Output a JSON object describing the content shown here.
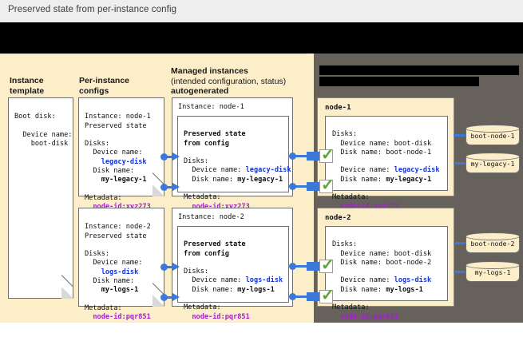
{
  "titlebar": {
    "title": "Preserved state from per-instance config"
  },
  "legend": {
    "redacted": true,
    "items": [
      {
        "icon": "green-check-icon",
        "label": ""
      },
      {
        "icon": "beige-square-icon",
        "label": ""
      },
      {
        "icon": "blue-arrow-icon",
        "label": ""
      }
    ]
  },
  "columns": {
    "instance_template": {
      "line1": "Instance",
      "line2": "template"
    },
    "per_instance_configs": {
      "line1": "Per-instance",
      "line2": "configs"
    },
    "managed_instances": {
      "line1": "Managed instances",
      "line2": "(intended configuration, status)",
      "line3": "autogenerated"
    },
    "right_panel_header": {
      "line1": "",
      "line2": "",
      "redacted": true
    }
  },
  "instance_template_card": {
    "line1": "Boot disk:",
    "line2": "",
    "line3": "  Device name:",
    "line4": "    boot-disk"
  },
  "rows": [
    {
      "config_card": {
        "instance": "Instance: node-1",
        "subtitle": "Preserved state",
        "disks_label": "Disks:",
        "device_name_label": "  Device name:",
        "device_name_value": "    legacy-disk",
        "disk_name_label": "  Disk name:",
        "disk_name_value": "    my-legacy-1",
        "metadata_label": "Metadata:",
        "metadata_value": "  node-id:xyz273"
      },
      "managed_card": {
        "header": "Instance: node-1",
        "inner_title1": "Preserved state",
        "inner_title2": "from config",
        "disks_label": "Disks:",
        "device_name_label": "  Device name: ",
        "device_name_value": "legacy-disk",
        "disk_name_label": "  Disk name: ",
        "disk_name_value": "my-legacy-1",
        "metadata_label": "Metadata:",
        "metadata_value": "  node-id:xyz273"
      },
      "node_group": {
        "name": "node-1",
        "disks_label": "Disks:",
        "boot_device_label": "  Device name: ",
        "boot_device_value": "boot-disk",
        "boot_disk_label": "  Disk name: ",
        "boot_disk_value": "boot-node-1",
        "extra_device_label": "  Device name: ",
        "extra_device_value": "legacy-disk",
        "extra_disk_label": "  Disk name: ",
        "extra_disk_value": "my-legacy-1",
        "metadata_label": "Metadata:",
        "metadata_value": "  node-id:xyz273"
      },
      "disks": [
        {
          "name": "boot-node-1"
        },
        {
          "name": "my-legacy-1"
        }
      ]
    },
    {
      "config_card": {
        "instance": "Instance: node-2",
        "subtitle": "Preserved state",
        "disks_label": "Disks:",
        "device_name_label": "  Device name:",
        "device_name_value": "    logs-disk",
        "disk_name_label": "  Disk name:",
        "disk_name_value": "    my-logs-1",
        "metadata_label": "Metadata:",
        "metadata_value": "  node-id:pqr851"
      },
      "managed_card": {
        "header": "Instance: node-2",
        "inner_title1": "Preserved state",
        "inner_title2": "from config",
        "disks_label": "Disks:",
        "device_name_label": "  Device name: ",
        "device_name_value": "logs-disk",
        "disk_name_label": "  Disk name: ",
        "disk_name_value": "my-logs-1",
        "metadata_label": "Metadata:",
        "metadata_value": "  node-id:pqr851"
      },
      "node_group": {
        "name": "node-2",
        "disks_label": "Disks:",
        "boot_device_label": "  Device name: ",
        "boot_device_value": "boot-disk",
        "boot_disk_label": "  Disk name: ",
        "boot_disk_value": "boot-node-2",
        "extra_device_label": "  Device name: ",
        "extra_device_value": "logs-disk",
        "extra_disk_label": "  Disk name: ",
        "extra_disk_value": "my-logs-1",
        "metadata_label": "Metadata:",
        "metadata_value": "  node-id:pqr851"
      },
      "disks": [
        {
          "name": "boot-node-2"
        },
        {
          "name": "my-logs-1"
        }
      ]
    }
  ],
  "colors": {
    "panel_left_bg": "#fdeeca",
    "panel_right_bg": "#66625b",
    "titlebar_bg": "#eeeeee",
    "accent_blue": "#1633d6",
    "accent_purple": "#a321c9",
    "connector_blue": "#3b78d8",
    "check_green": "#5aa82e",
    "legend_bg": "#000000"
  }
}
